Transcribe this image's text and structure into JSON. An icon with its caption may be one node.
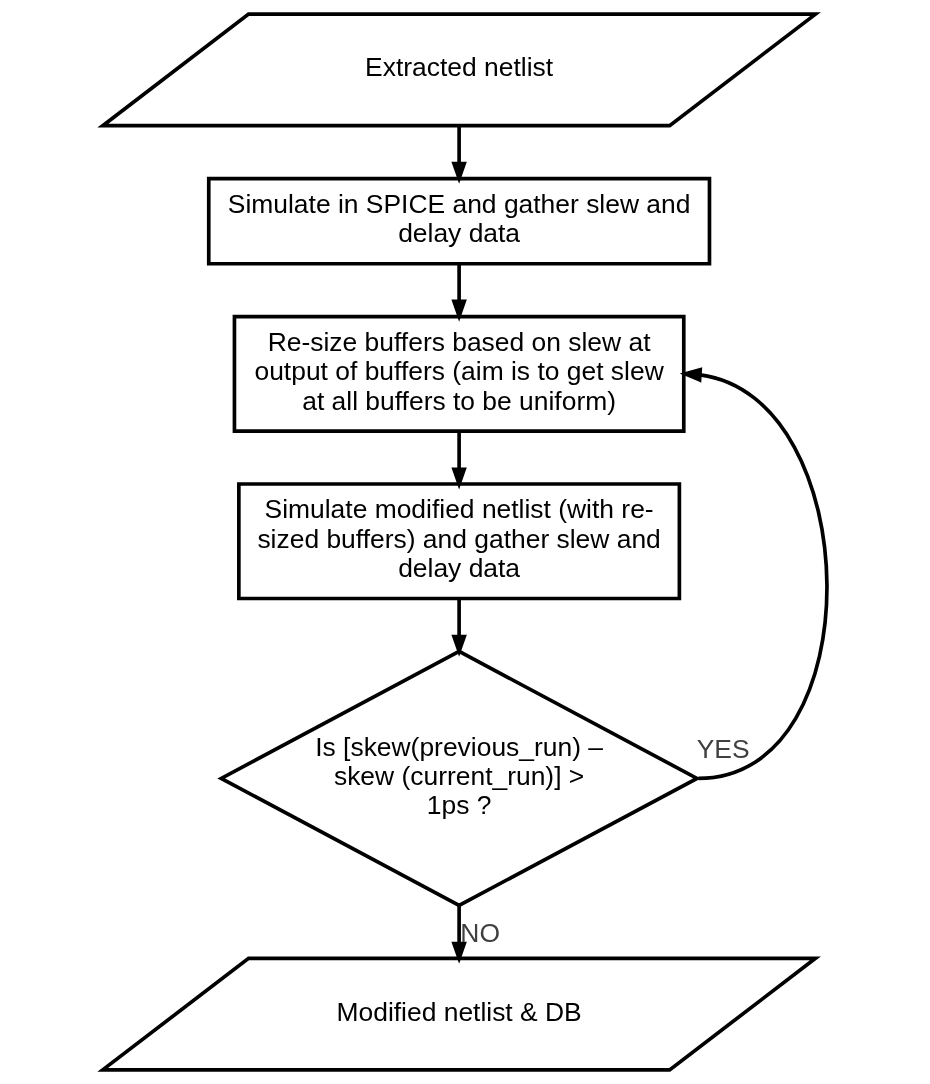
{
  "diagram": {
    "nodes": [
      {
        "text": [
          "Extracted netlist"
        ]
      },
      {
        "text": [
          "Simulate in SPICE and gather slew and delay data"
        ]
      },
      {
        "text": [
          "Re-size buffers based on slew at output of buffers (aim is to get slew at all buffers to be uniform)"
        ]
      },
      {
        "text": [
          "Simulate modified netlist (with re-sized buffers) and gather slew and delay data"
        ]
      },
      {
        "text": [
          "Is [skew(previous_run) – skew (current_run)] > 1ps ?"
        ]
      },
      {
        "text": [
          "Modified netlist & DB"
        ]
      }
    ],
    "edges": [
      {
        "from": 0,
        "to": 1,
        "arrow": "to"
      },
      {
        "from": 1,
        "to": 2,
        "arrow": "to"
      },
      {
        "from": 2,
        "to": 3,
        "arrow": "to"
      },
      {
        "from": 3,
        "to": 4,
        "arrow": "to"
      },
      {
        "from": 4,
        "to": 5,
        "arrow": "to",
        "label": "NO"
      },
      {
        "from": 4,
        "to": 2,
        "arrow": "to",
        "label": "YES"
      }
    ]
  }
}
